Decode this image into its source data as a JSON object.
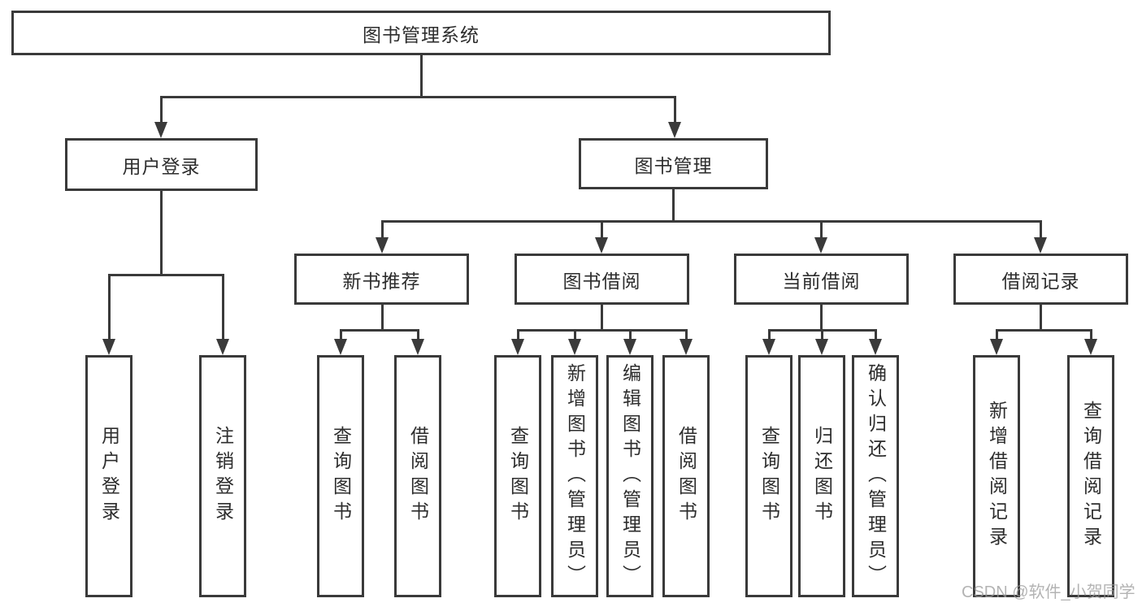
{
  "colors": {
    "line": "#3a3a3a",
    "box_border": "#3a3a3a",
    "text": "#2d2d2d",
    "background": "#ffffff",
    "watermark": "#9a9a9a"
  },
  "nodes": {
    "root": "图书管理系统",
    "user_login": "用户登录",
    "book_mgmt": "图书管理",
    "new_book_rec": "新书推荐",
    "book_borrow": "图书借阅",
    "current_borrow": "当前借阅",
    "borrow_record": "借阅记录",
    "ul_user_login": "用户登录",
    "ul_logout": "注销登录",
    "nr_query_book": "查询图书",
    "nr_borrow_book": "借阅图书",
    "bb_query_book": "查询图书",
    "bb_add_book": "新增图书（管理员）",
    "bb_edit_book": "编辑图书（管理员）",
    "bb_borrow_book": "借阅图书",
    "cb_query_book": "查询图书",
    "cb_return_book": "归还图书",
    "cb_confirm_return": "确认归还（管理员）",
    "br_add_record": "新增借阅记录",
    "br_query_record": "查询借阅记录"
  },
  "watermark": "CSDN @软件_小贺同学"
}
